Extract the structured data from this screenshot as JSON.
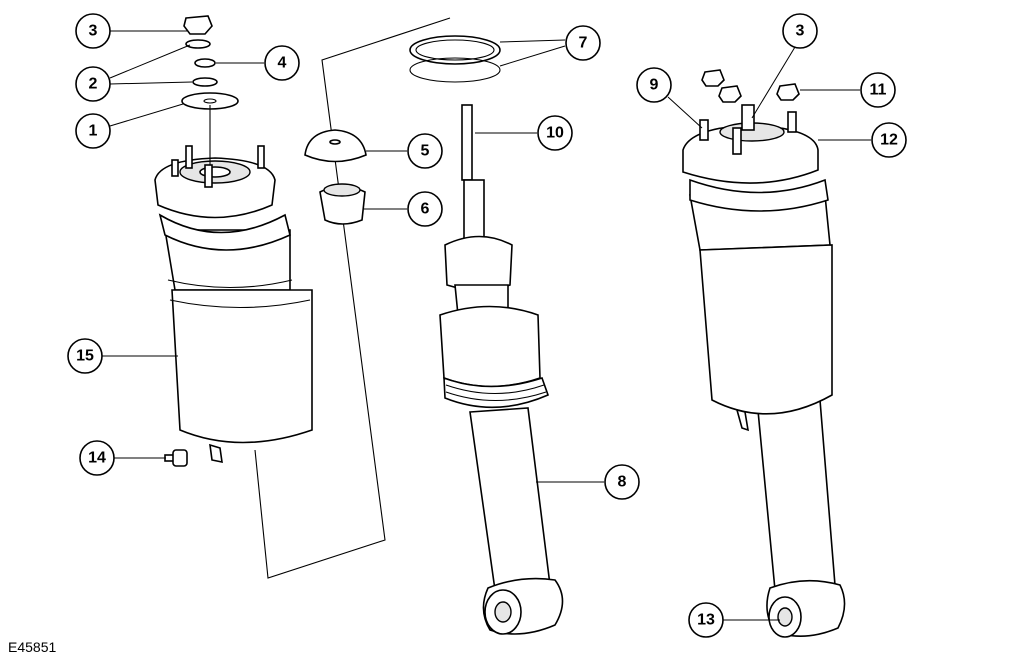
{
  "figure_ref": "E45851",
  "callouts": [
    "1",
    "2",
    "3",
    "4",
    "5",
    "6",
    "7",
    "8",
    "9",
    "10",
    "11",
    "12",
    "13",
    "14",
    "15"
  ],
  "colors": {
    "line": "#000000",
    "background": "#ffffff",
    "shade": "#e6e6e6"
  }
}
